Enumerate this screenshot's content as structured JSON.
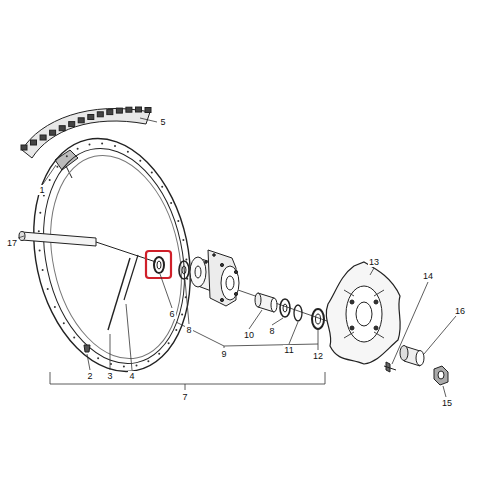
{
  "diagram": {
    "labels": [
      "5",
      "1",
      "17",
      "13",
      "14",
      "16",
      "6",
      "8",
      "10",
      "8",
      "11",
      "12",
      "9",
      "15",
      "2",
      "3",
      "4",
      "7"
    ]
  }
}
